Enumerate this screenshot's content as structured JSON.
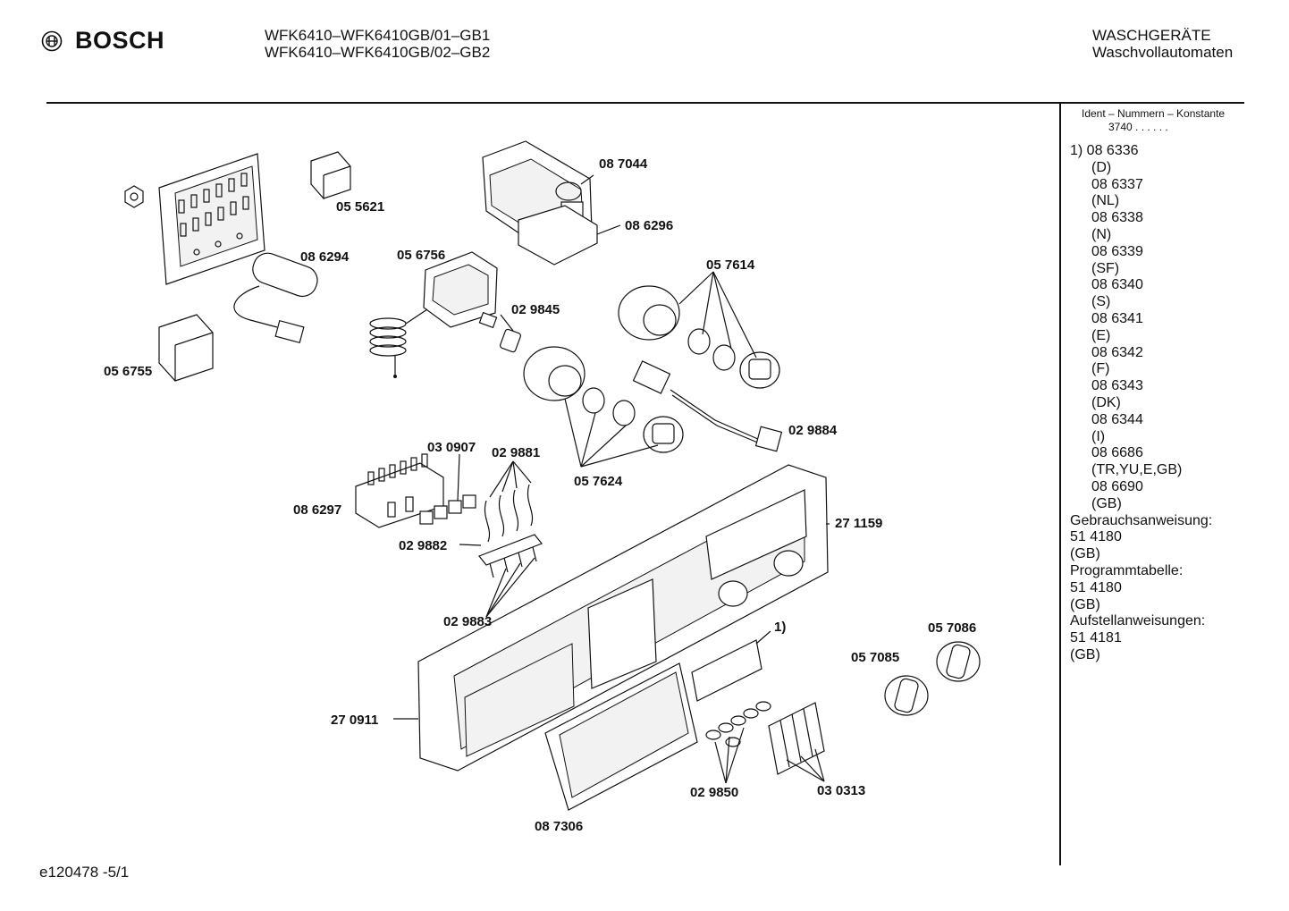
{
  "header": {
    "brand": "BOSCH",
    "models": [
      "WFK6410–WFK6410GB/01–GB1",
      "WFK6410–WFK6410GB/02–GB2"
    ],
    "category": [
      "WASCHGERÄTE",
      "Waschvollautomaten"
    ]
  },
  "sidebar": {
    "ident_label": "Ident – Nummern – Konstante",
    "konstante": "3740 . . . . . .",
    "lines": [
      {
        "text": "1)  08 6336",
        "indent": false
      },
      {
        "text": "(D)",
        "indent": true
      },
      {
        "text": "08 6337",
        "indent": true
      },
      {
        "text": "(NL)",
        "indent": true
      },
      {
        "text": "08 6338",
        "indent": true
      },
      {
        "text": "(N)",
        "indent": true
      },
      {
        "text": "08 6339",
        "indent": true
      },
      {
        "text": "(SF)",
        "indent": true
      },
      {
        "text": "08 6340",
        "indent": true
      },
      {
        "text": "(S)",
        "indent": true
      },
      {
        "text": "08 6341",
        "indent": true
      },
      {
        "text": "(E)",
        "indent": true
      },
      {
        "text": "08 6342",
        "indent": true
      },
      {
        "text": "(F)",
        "indent": true
      },
      {
        "text": "08 6343",
        "indent": true
      },
      {
        "text": "(DK)",
        "indent": true
      },
      {
        "text": "08 6344",
        "indent": true
      },
      {
        "text": "(I)",
        "indent": true
      },
      {
        "text": "08 6686",
        "indent": true
      },
      {
        "text": "(TR,YU,E,GB)",
        "indent": true
      },
      {
        "text": "08 6690",
        "indent": true
      },
      {
        "text": "(GB)",
        "indent": true
      },
      {
        "text": "Gebrauchsanweisung:",
        "indent": false
      },
      {
        "text": "51 4180",
        "indent": false
      },
      {
        "text": "(GB)",
        "indent": false
      },
      {
        "text": "Programmtabelle:",
        "indent": false
      },
      {
        "text": "51 4180",
        "indent": false
      },
      {
        "text": "(GB)",
        "indent": false
      },
      {
        "text": "Aufstellanweisungen:",
        "indent": false
      },
      {
        "text": "51 4181",
        "indent": false
      },
      {
        "text": "(GB)",
        "indent": false
      }
    ]
  },
  "parts": [
    {
      "label": "08 7044"
    },
    {
      "label": "08 6296"
    },
    {
      "label": "05 5621"
    },
    {
      "label": "08 6294"
    },
    {
      "label": "05 6756"
    },
    {
      "label": "05 6755"
    },
    {
      "label": "02 9845"
    },
    {
      "label": "05 7614"
    },
    {
      "label": "02 9884"
    },
    {
      "label": "03 0907"
    },
    {
      "label": "02 9881"
    },
    {
      "label": "05 7624"
    },
    {
      "label": "08 6297"
    },
    {
      "label": "02 9882"
    },
    {
      "label": "27 1159"
    },
    {
      "label": "02 9883"
    },
    {
      "label": "1)"
    },
    {
      "label": "05 7086"
    },
    {
      "label": "05 7085"
    },
    {
      "label": "27 0911"
    },
    {
      "label": "02 9850"
    },
    {
      "label": "03 0313"
    },
    {
      "label": "08 7306"
    }
  ],
  "footer": {
    "code": "e120478 -5/1"
  }
}
